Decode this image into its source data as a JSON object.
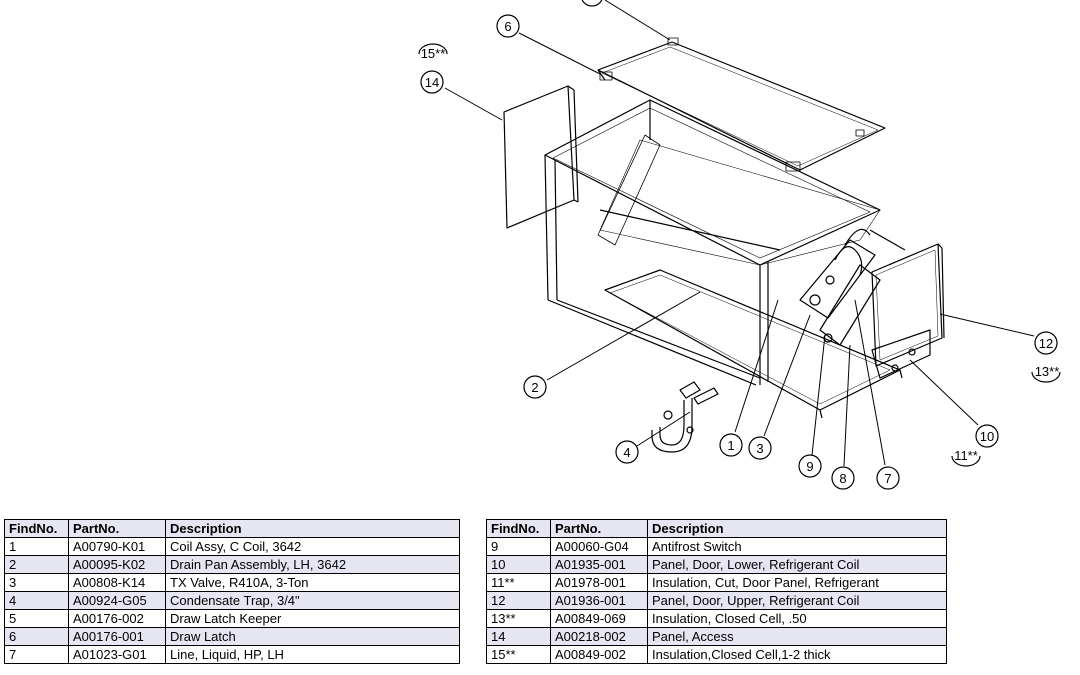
{
  "callouts": [
    {
      "id": "c6",
      "label": "6"
    },
    {
      "id": "c15",
      "label": "15**"
    },
    {
      "id": "c14",
      "label": "14"
    },
    {
      "id": "c2",
      "label": "2"
    },
    {
      "id": "c4",
      "label": "4"
    },
    {
      "id": "c1",
      "label": "1"
    },
    {
      "id": "c3",
      "label": "3"
    },
    {
      "id": "c9",
      "label": "9"
    },
    {
      "id": "c8",
      "label": "8"
    },
    {
      "id": "c7",
      "label": "7"
    },
    {
      "id": "c10",
      "label": "10"
    },
    {
      "id": "c11",
      "label": "11**"
    },
    {
      "id": "c12",
      "label": "12"
    },
    {
      "id": "c13",
      "label": "13**"
    }
  ],
  "parts_table": {
    "headers": [
      "FindNo.",
      "PartNo.",
      "Description"
    ],
    "left_rows": [
      [
        "1",
        "A00790-K01",
        "Coil Assy, C Coil, 3642"
      ],
      [
        "2",
        "A00095-K02",
        "Drain Pan Assembly, LH, 3642"
      ],
      [
        "3",
        "A00808-K14",
        "TX Valve, R410A, 3-Ton"
      ],
      [
        "4",
        "A00924-G05",
        "Condensate Trap, 3/4\""
      ],
      [
        "5",
        "A00176-002",
        "Draw Latch Keeper"
      ],
      [
        "6",
        "A00176-001",
        "Draw Latch"
      ],
      [
        "7",
        "A01023-G01",
        "Line, Liquid, HP, LH"
      ]
    ],
    "right_rows": [
      [
        "9",
        "A00060-G04",
        "Antifrost Switch"
      ],
      [
        "10",
        "A01935-001",
        "Panel, Door, Lower, Refrigerant Coil"
      ],
      [
        "11**",
        "A01978-001",
        "Insulation, Cut, Door Panel, Refrigerant"
      ],
      [
        "12",
        "A01936-001",
        "Panel, Door, Upper, Refrigerant Coil"
      ],
      [
        "13**",
        "A00849-069",
        "Insulation, Closed Cell, .50"
      ],
      [
        "14",
        "A00218-002",
        "Panel, Access"
      ],
      [
        "15**",
        "A00849-002",
        "Insulation,Closed Cell,1-2 thick"
      ]
    ]
  }
}
